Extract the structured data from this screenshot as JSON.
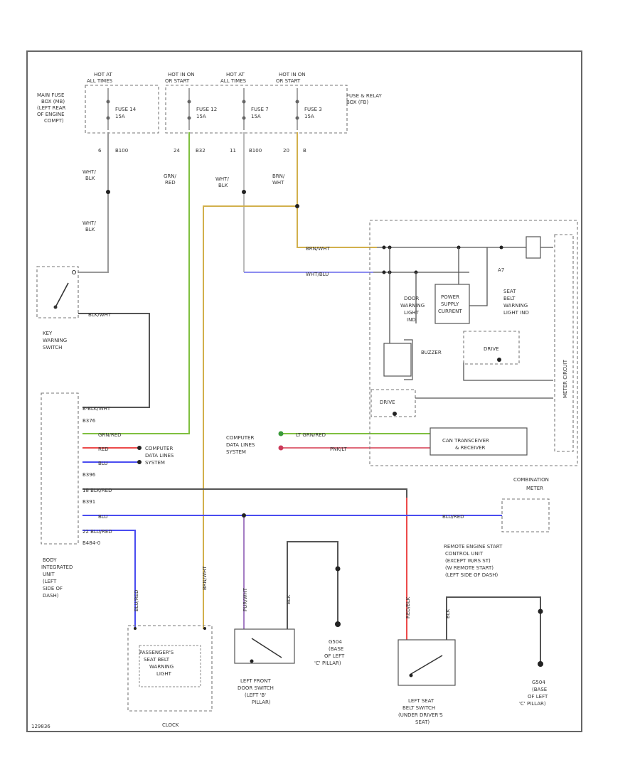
{
  "fuses": {
    "hot_lines": [
      [
        "HOT AT",
        "ALL TIMES"
      ],
      [
        "HOT IN ON",
        "OR START"
      ],
      [
        "HOT AT",
        "ALL TIMES"
      ],
      [
        "HOT IN ON",
        "OR START"
      ]
    ],
    "main_box": [
      "MAIN FUSE",
      "BOX (MB)",
      "(LEFT REAR",
      "OF ENGINE",
      "COMPT)"
    ],
    "relay_box": [
      "FUSE & RELAY",
      "BOX (FB)"
    ],
    "fuse14": [
      "FUSE 14",
      "15A"
    ],
    "fuse12": [
      "FUSE 12",
      "15A"
    ],
    "fuse7": [
      "FUSE 7",
      "15A"
    ],
    "fuse3": [
      "FUSE 3",
      "15A"
    ],
    "pins": [
      "6",
      "B100",
      "24",
      "B32",
      "11",
      "B100",
      "20",
      "B"
    ]
  },
  "wires": {
    "wht_blk_1": [
      "WHT/",
      "BLK"
    ],
    "wht_blk_2": [
      "WHT/",
      "BLK"
    ],
    "wht_blk_3": [
      "WHT/",
      "BLK"
    ],
    "grn_red": [
      "GRN/",
      "RED"
    ],
    "brn_wht": [
      "BRN/",
      "WHT"
    ],
    "brn_wht_h": "BRN/WHT",
    "wht_blu_h": "WHT/BLU",
    "blk_wht": "BLK/WHT",
    "blu_red_h": "BLU/RED",
    "lt_grn_red": "LT GRN/RED",
    "pnk_lt": "PNK/LT",
    "brn_v": "BRN/WHT",
    "blu_v": "BLU/RED",
    "pur_v": "PUR/WHT",
    "blk_v": "BLK",
    "red_v": "RED/BLK",
    "blk_v2": "BLK"
  },
  "key_switch": [
    "KEY",
    "WARNING",
    "SWITCH"
  ],
  "biu": {
    "label": [
      "BODY",
      "INTEGRATED",
      "UNIT",
      "(LEFT",
      "SIDE OF",
      "DASH)"
    ],
    "connectors": [
      "B-BLK/WHT",
      "B376",
      "GRN/RED",
      "RED",
      "BLU",
      "B396",
      "18 BLK/RED",
      "B391",
      "BLU",
      "22 BLU/RED",
      "B484-0"
    ]
  },
  "data_lines": {
    "left": [
      "COMPUTER",
      "DATA LINES",
      "SYSTEM"
    ],
    "right": [
      "COMPUTER",
      "DATA LINES",
      "SYSTEM"
    ]
  },
  "meter": {
    "door_light": [
      "DOOR",
      "WARNING",
      "LIGHT",
      "IND"
    ],
    "power_supply": [
      "POWER",
      "SUPPLY",
      "CURRENT"
    ],
    "seat_belt_light": [
      "SEAT",
      "BELT",
      "WARNING",
      "LIGHT IND"
    ],
    "buzzer": "BUZZER",
    "drive1": "DRIVE",
    "drive2": "DRIVE",
    "can": [
      "CAN TRANSCEIVER",
      "& RECEIVER"
    ],
    "label": [
      "COMBINATION",
      "METER"
    ],
    "side_text": "METER CIRCUIT",
    "a7": "A7"
  },
  "remote": [
    "REMOTE ENGINE START",
    "CONTROL UNIT",
    "(EXCEPT W/RS ST)",
    "(W REMOTE START)",
    "(LEFT SIDE OF DASH)"
  ],
  "components": {
    "passenger": [
      "PASSENGER'S",
      "SEAT BELT",
      "WARNING",
      "LIGHT"
    ],
    "clock": "CLOCK",
    "door_switch": [
      "LEFT FRONT",
      "DOOR SWITCH",
      "(LEFT 'B'",
      "PILLAR)"
    ],
    "g504_1": [
      "G504",
      "(BASE",
      "OF LEFT",
      "'C' PILLAR)"
    ],
    "seat_switch": [
      "LEFT SEAT",
      "BELT SWITCH",
      "(UNDER DRIVER'S",
      "SEAT)"
    ],
    "g504_2": [
      "G504",
      "(BASE",
      "OF LEFT",
      "'C' PILLAR)"
    ]
  },
  "footer_code": "129836",
  "colors": {
    "green": "#7fbf3f",
    "yellow": "#d2b04c",
    "blue": "#4a4cf0",
    "red": "#ec4a4a",
    "pink": "#f07878",
    "purple": "#a57ec4",
    "gray": "#999999",
    "dark": "#555555"
  }
}
